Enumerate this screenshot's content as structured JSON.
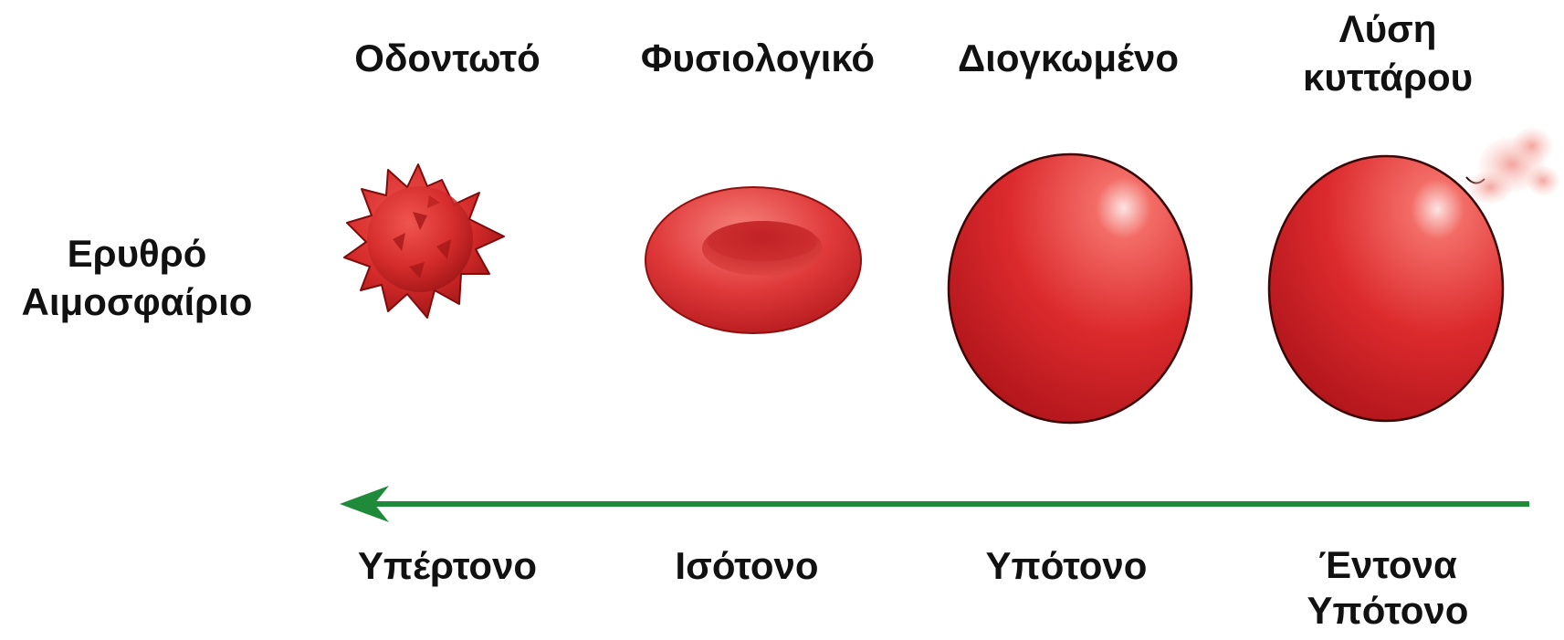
{
  "row_label": {
    "line1": "Ερυθρό",
    "line2": "Αιμοσφαίριο"
  },
  "cells": [
    {
      "title": [
        "Οδοντωτό"
      ],
      "tonicity": [
        "Υπέρτονο"
      ],
      "icon": "crenated-cell-icon"
    },
    {
      "title": [
        "Φυσιολογικό"
      ],
      "tonicity": [
        "Ισότονο"
      ],
      "icon": "normal-biconcave-cell-icon"
    },
    {
      "title": [
        "Διογκωμένο"
      ],
      "tonicity": [
        "Υπότονο"
      ],
      "icon": "swollen-cell-icon"
    },
    {
      "title": [
        "Λύση",
        "κυττάρου"
      ],
      "tonicity": [
        "Έντονα",
        "Υπότονο"
      ],
      "icon": "lysed-cell-icon"
    }
  ],
  "colors": {
    "cell": "#d42a2a",
    "cell_dark": "#8e1010",
    "arrow": "#1f8a3a",
    "text": "#111111"
  }
}
